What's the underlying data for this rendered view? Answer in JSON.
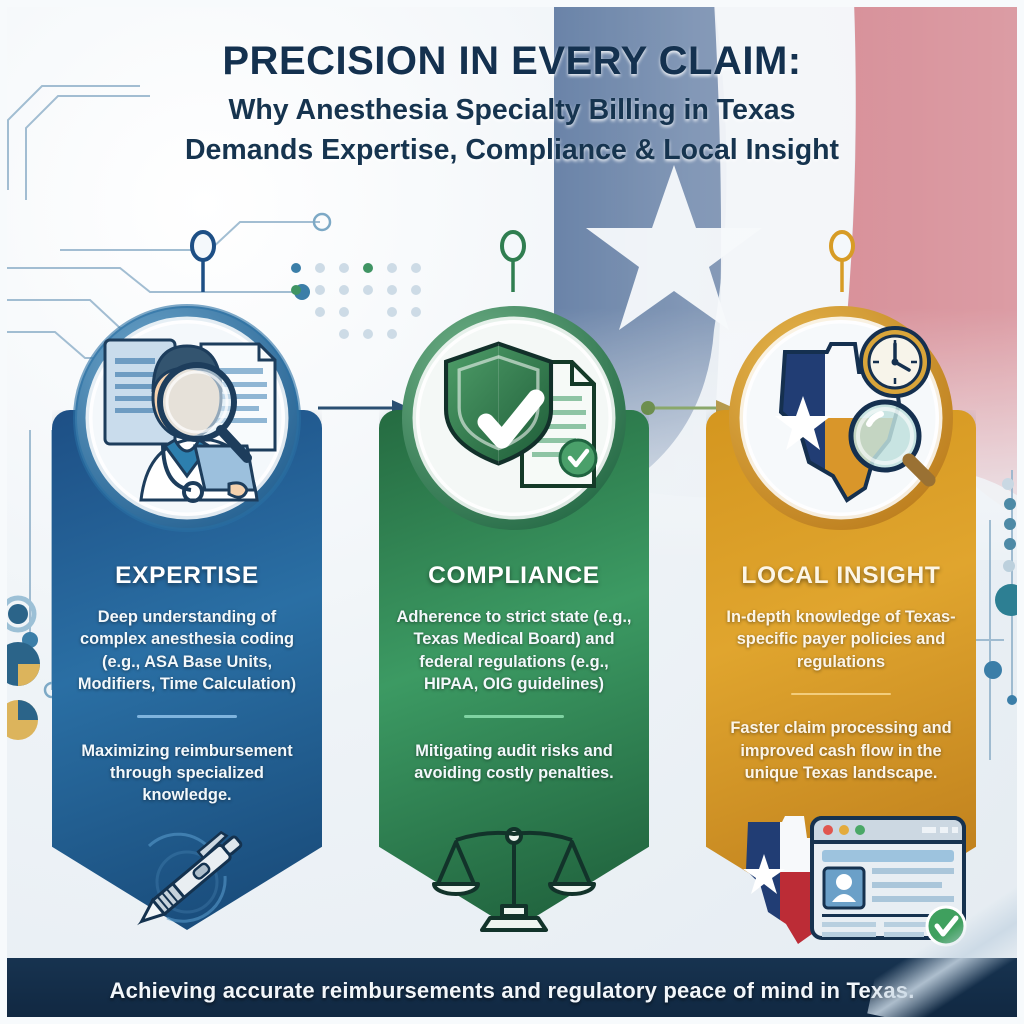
{
  "title": {
    "main": "PRECISION IN EVERY CLAIM:",
    "sub_line1": "Why Anesthesia Specialty Billing in Texas",
    "sub_line2": "Demands Expertise, Compliance & Local Insight"
  },
  "colors": {
    "expertise": "#2a6fa4",
    "compliance": "#3c9a63",
    "local_insight": "#e0a52e",
    "title_navy": "#14314f",
    "footer_navy": "#173350"
  },
  "columns": [
    {
      "key": "expertise",
      "heading": "EXPERTISE",
      "body_primary": "Deep understanding of complex anesthesia coding (e.g., ASA Base Units, Modifiers, Time Calculation)",
      "body_secondary": "Maximizing reimbursement through specialized knowledge.",
      "circle_icon": "doctor-magnifier-documents-icon",
      "foot_icon": "pen-icon",
      "accent": "#2a6fa4"
    },
    {
      "key": "compliance",
      "heading": "COMPLIANCE",
      "body_primary": "Adherence to strict state (e.g., Texas Medical Board) and federal regulations (e.g., HIPAA, OIG guidelines)",
      "body_secondary": "Mitigating audit risks and avoiding costly penalties.",
      "circle_icon": "shield-check-document-icon",
      "foot_icon": "scales-of-justice-icon",
      "accent": "#3c9a63"
    },
    {
      "key": "local-insight",
      "heading": "LOCAL INSIGHT",
      "body_primary": "In-depth knowledge of Texas-specific payer policies and regulations",
      "body_secondary": "Faster claim processing and improved cash flow in the unique Texas landscape.",
      "circle_icon": "texas-map-clock-magnifier-icon",
      "foot_icon": "texas-flag-browser-record-icon",
      "accent": "#e0a52e"
    }
  ],
  "footer": {
    "text": "Achieving accurate reimbursements and regulatory peace of mind in Texas."
  },
  "decorations": {
    "background": "circuit-board-lines",
    "flag": "texas-flag-backdrop",
    "rail": "connector-rail-with-nodes"
  }
}
